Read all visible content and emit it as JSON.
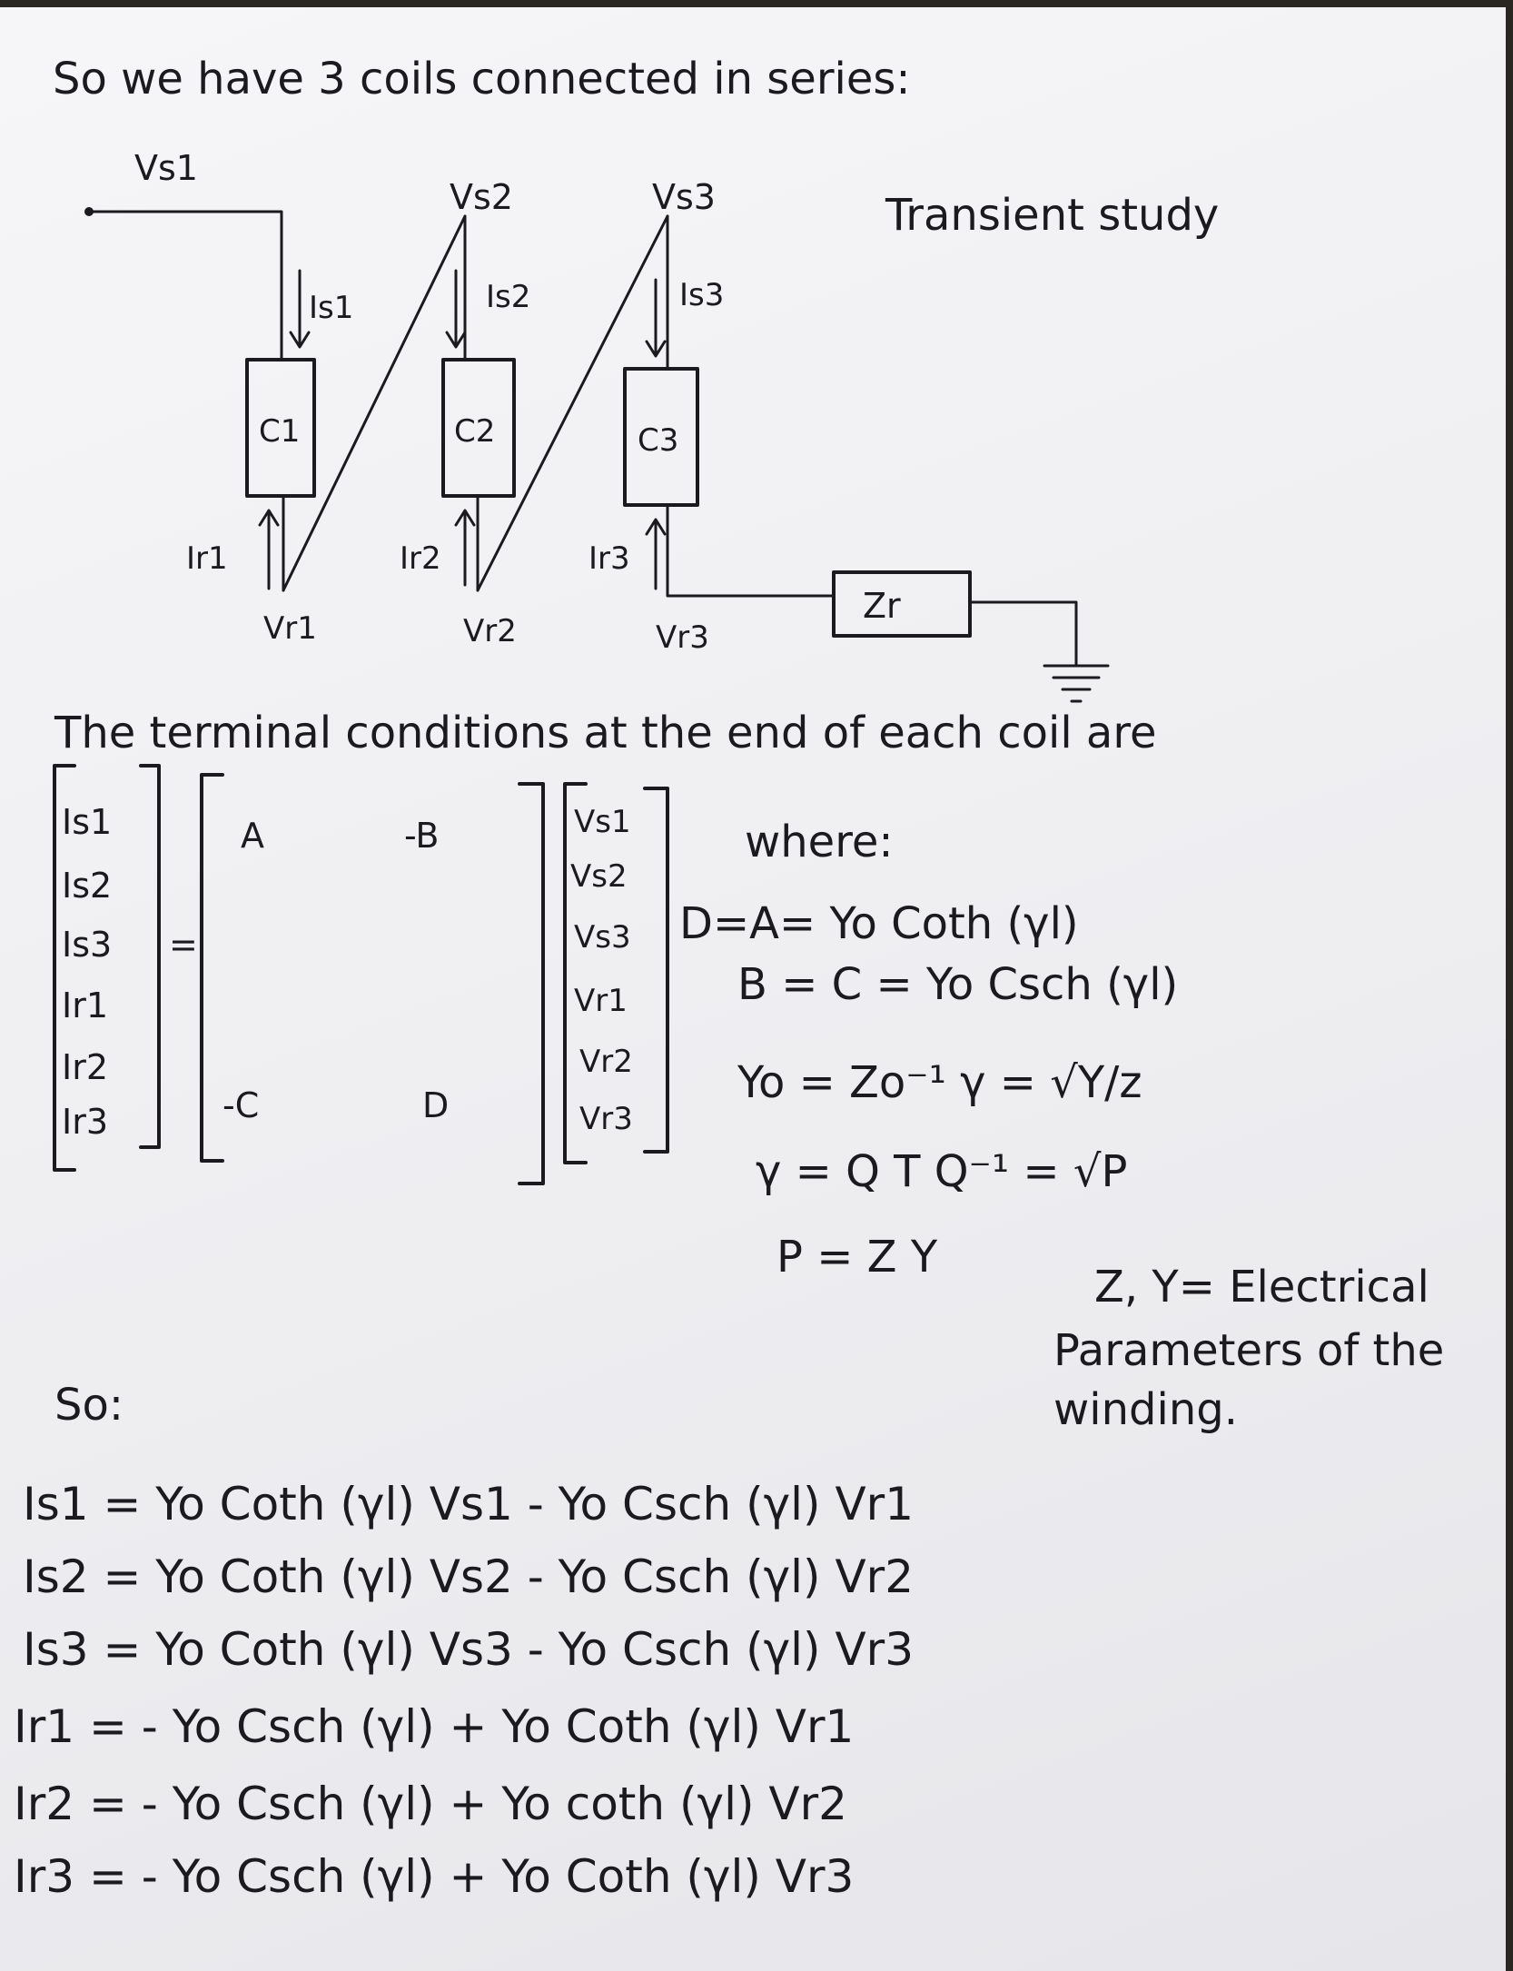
{
  "intro": "So we have 3 coils connected in series:",
  "transient_title": "Transient study",
  "circuit": {
    "vs": [
      "Vs1",
      "Vs2",
      "Vs3"
    ],
    "is": [
      "Is1",
      "Is2",
      "Is3"
    ],
    "coils": [
      "C1",
      "C2",
      "C3"
    ],
    "ir": [
      "Ir1",
      "Ir2",
      "Ir3"
    ],
    "vr": [
      "Vr1",
      "Vr2",
      "Vr3"
    ],
    "load": "Zr"
  },
  "terminal_heading": "The terminal conditions at the end of each coil are",
  "matrix": {
    "currents": [
      "Is1",
      "Is2",
      "Is3",
      "Ir1",
      "Ir2",
      "Ir3"
    ],
    "equals": "=",
    "blocks": [
      "A",
      "-B",
      "-C",
      "D"
    ],
    "voltages": [
      "Vs1",
      "Vs2",
      "Vs3",
      "Vr1",
      "Vr2",
      "Vr3"
    ]
  },
  "where": {
    "label": "where:",
    "lines": [
      "D=A= Yo Coth (γl)",
      "B = C = Yo Csch (γl)",
      "Yo = Zo⁻¹ γ = √Y/z",
      "γ = Q T Q⁻¹ = √P",
      "P = Z Y"
    ]
  },
  "note": [
    "Z, Y= Electrical",
    "Parameters of the",
    "winding."
  ],
  "so_label": "So:",
  "equations": [
    "Is1 = Yo Coth (γl) Vs1 - Yo Csch (γl) Vr1",
    "Is2 = Yo Coth (γl) Vs2 - Yo Csch (γl) Vr2",
    "Is3 = Yo Coth (γl) Vs3 - Yo Csch (γl) Vr3",
    "Ir1 = - Yo Csch (γl) + Yo Coth (γl) Vr1",
    "Ir2 = - Yo Csch (γl) + Yo coth (γl) Vr2",
    "Ir3 = - Yo Csch (γl) + Yo Coth (γl) Vr3"
  ]
}
